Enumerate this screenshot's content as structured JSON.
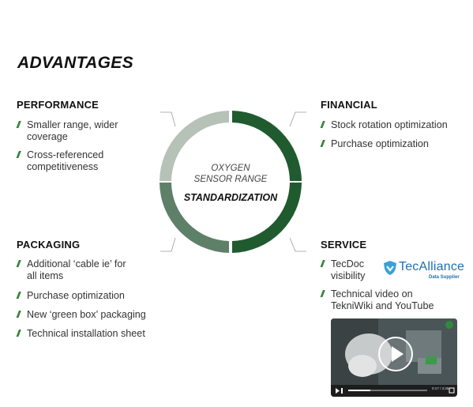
{
  "title": "ADVANTAGES",
  "center": {
    "line1": "OXYGEN",
    "line2": "SENSOR RANGE",
    "label": "STANDARDIZATION"
  },
  "sections": {
    "performance": {
      "title": "PERFORMANCE",
      "items": [
        "Smaller range, wider",
        "coverage",
        "Cross-referenced",
        "competitiveness"
      ]
    },
    "financial": {
      "title": "FINANCIAL",
      "items": [
        "Stock rotation optimization",
        "Purchase optimization"
      ]
    },
    "packaging": {
      "title": "PACKAGING",
      "items": [
        "Additional ‘cable ie’ for",
        "all items",
        "Purchase optimization",
        "New ‘green box’ packaging",
        "Technical installation sheet"
      ]
    },
    "service": {
      "title": "SERVICE",
      "items": [
        "TecDoc",
        "visibility",
        "Technical video on",
        "TekniWiki and YouTube"
      ]
    }
  },
  "logo": {
    "name": "TecAlliance",
    "sub": "Data Supplier"
  },
  "video": {
    "time": "0:17 / 3:35"
  },
  "colors": {
    "dark_green": "#1f5b2e",
    "mid_green": "#5f8068",
    "light_green": "#b6c2b8",
    "accent": "#2e7d32"
  }
}
